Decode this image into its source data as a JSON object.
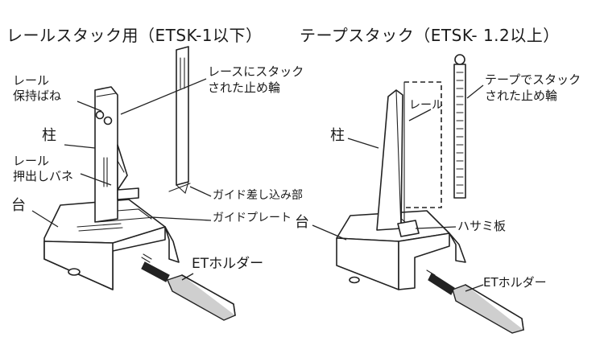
{
  "titles": {
    "left": "レールスタック用（ETSK-1以下）",
    "right": "テープスタック（ETSK- 1.2以上）"
  },
  "left_labels": {
    "rail_holder_line1": "レール",
    "rail_holder_line2": "保持ばね",
    "pillar": "柱",
    "rail_pusher_line1": "レール",
    "rail_pusher_line2": "押出しバネ",
    "base": "台",
    "stop_ring_line1": "レースにスタック",
    "stop_ring_line2": "された止め輪",
    "guide_slot": "ガイド差し込み部",
    "guide_plate": "ガイドプレート",
    "et_holder": "ETホルダー"
  },
  "right_labels": {
    "pillar": "柱",
    "rail": "レール",
    "base": "台",
    "stop_ring_line1": "テープでスタック",
    "stop_ring_line2": "された止め輪",
    "clamp_plate": "ハサミ板",
    "et_holder": "ETホルダー"
  },
  "icons": {
    "left_diagram": "rail-stack-stand-illustration",
    "right_diagram": "tape-stack-stand-illustration",
    "left_holder": "et-holder-tool-icon",
    "right_holder": "et-holder-tool-icon"
  }
}
